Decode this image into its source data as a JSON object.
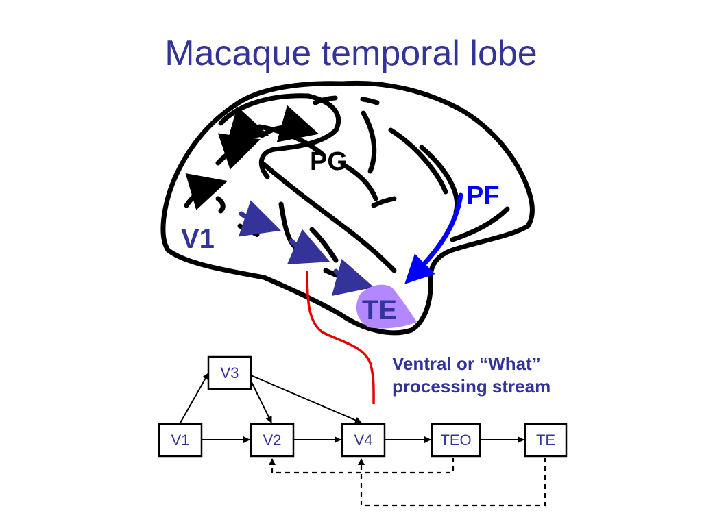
{
  "title": "Macaque temporal lobe",
  "brain_labels": {
    "pg": "PG",
    "pf": "PF",
    "v1": "V1",
    "te": "TE"
  },
  "stream_label": {
    "line1": "Ventral or “What”",
    "line2": "processing stream"
  },
  "flow_boxes": {
    "v3": "V3",
    "v1": "V1",
    "v2": "V2",
    "v4": "V4",
    "teo": "TEO",
    "te": "TE"
  },
  "colors": {
    "title": "#333399",
    "label_blue": "#333399",
    "pf_blue": "#0000ff",
    "te_patch": "#b388ff",
    "ventral_arrow": "#333399",
    "red_line": "#e60000",
    "outline": "#000000"
  }
}
